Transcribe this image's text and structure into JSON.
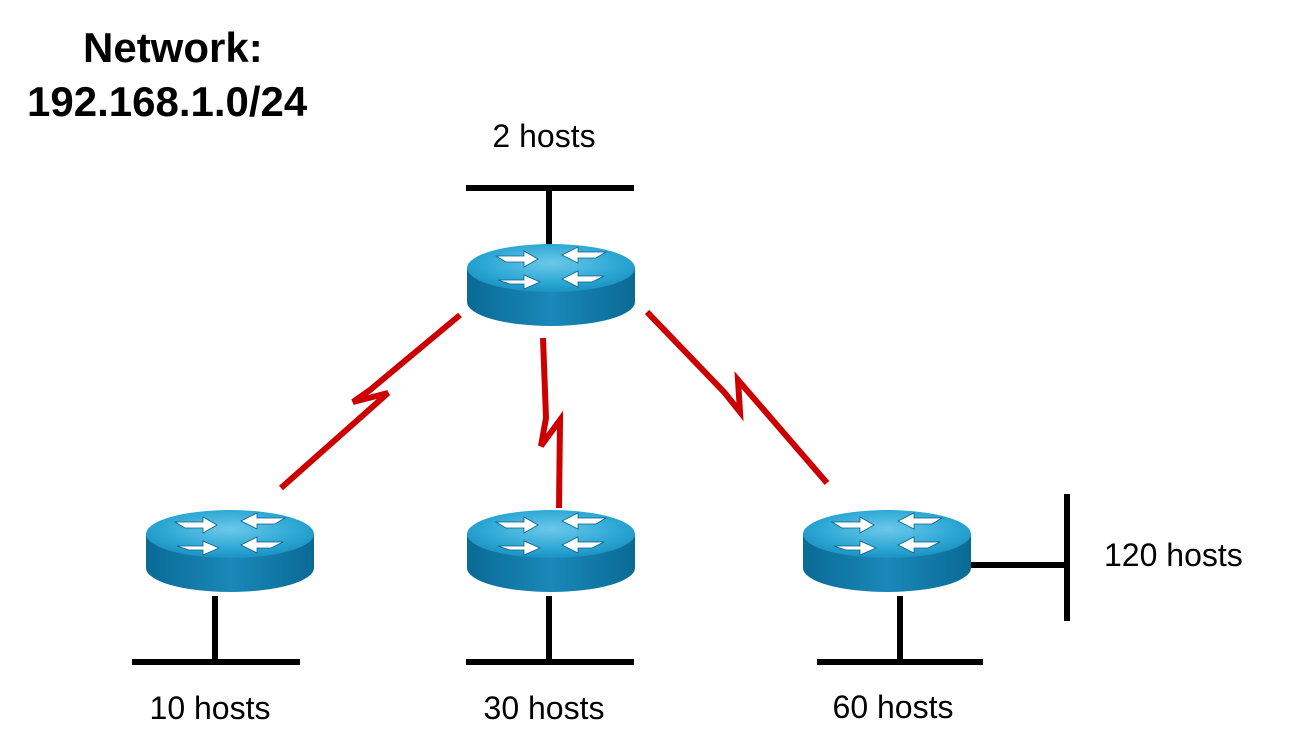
{
  "title": {
    "line1": "Network:",
    "line2": "192.168.1.0/24"
  },
  "hosts": {
    "top": "2 hosts",
    "left": "10 hosts",
    "middle": "30 hosts",
    "right": "60 hosts",
    "far_right": "120 hosts"
  },
  "colors": {
    "router_top": "#2aa6d3",
    "router_side": "#0d7eae",
    "serial_link": "#cc0000",
    "ethernet": "#000000"
  },
  "icons": {
    "router": "router-icon",
    "serial": "serial-link-icon"
  }
}
